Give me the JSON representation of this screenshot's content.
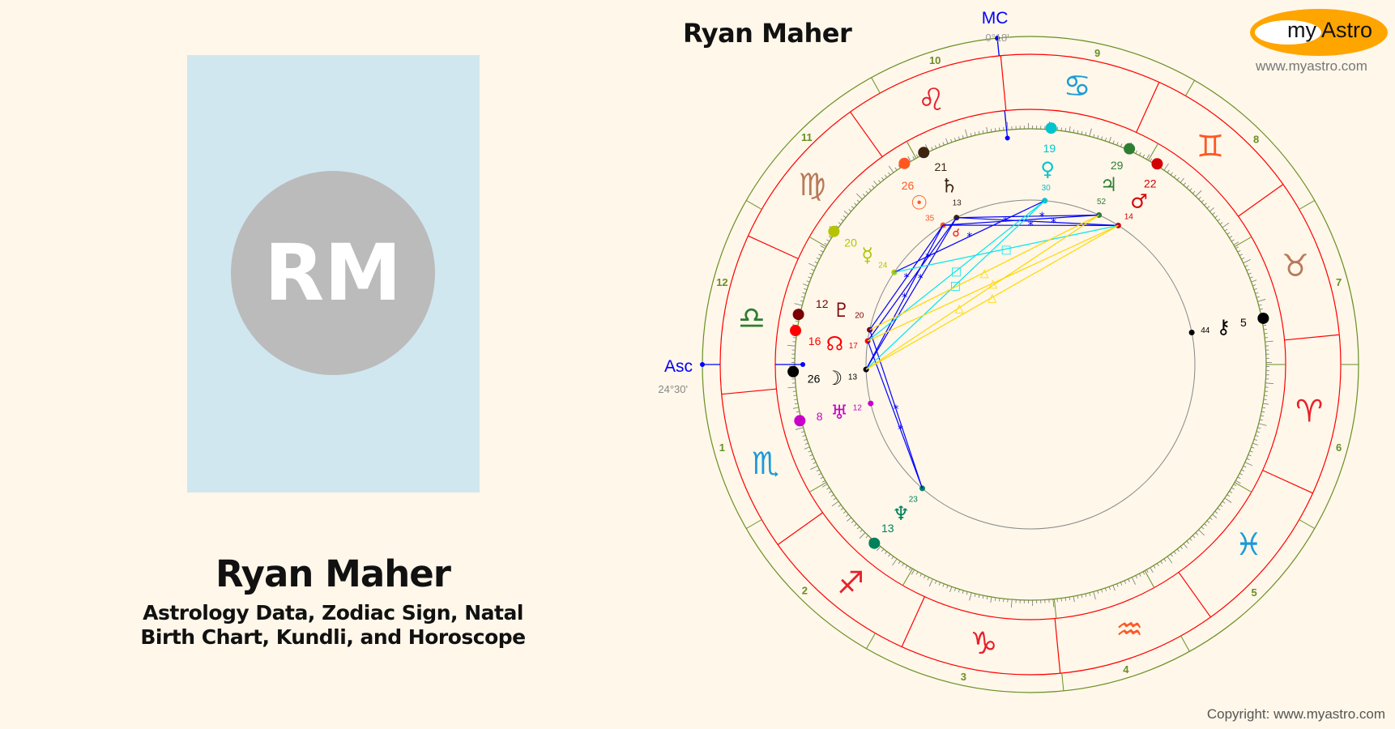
{
  "profile": {
    "initials": "RM",
    "name": "Ryan Maher",
    "subtitle_line1": "Astrology Data, Zodiac Sign, Natal",
    "subtitle_line2": "Birth Chart, Kundli, and Horoscope"
  },
  "chart_title": "Ryan Maher",
  "logo": {
    "text": "my Astro",
    "url_text": "www.myastro.com"
  },
  "copyright": "Copyright: www.myastro.com",
  "colors": {
    "background": "#fef7ea",
    "house_ring": "#6b8e23",
    "sign_ring": "#ff0000",
    "angles": "#0000ff",
    "sextile": "#0000ff",
    "square": "#00e5ee",
    "trine": "#ffd700"
  },
  "angles": {
    "asc": {
      "label": "Asc",
      "value": "24°30'",
      "longitude": 204.5
    },
    "mc": {
      "label": "MC",
      "value": "0°18'",
      "longitude": 120.3
    }
  },
  "signs": [
    {
      "name": "aries",
      "glyph": "♈",
      "color": "#e8202a"
    },
    {
      "name": "taurus",
      "glyph": "♉",
      "color": "#b87a5a"
    },
    {
      "name": "gemini",
      "glyph": "♊",
      "color": "#ff5722"
    },
    {
      "name": "cancer",
      "glyph": "♋",
      "color": "#1a9ad6"
    },
    {
      "name": "leo",
      "glyph": "♌",
      "color": "#e8202a"
    },
    {
      "name": "virgo",
      "glyph": "♍",
      "color": "#b87a5a"
    },
    {
      "name": "libra",
      "glyph": "♎",
      "color": "#2e7d32"
    },
    {
      "name": "scorpio",
      "glyph": "♏",
      "color": "#1a9ad6"
    },
    {
      "name": "sagittarius",
      "glyph": "♐",
      "color": "#e8202a"
    },
    {
      "name": "capricorn",
      "glyph": "♑",
      "color": "#e8202a"
    },
    {
      "name": "aquarius",
      "glyph": "♒",
      "color": "#ff5722"
    },
    {
      "name": "pisces",
      "glyph": "♓",
      "color": "#1a9ad6"
    }
  ],
  "houses": [
    {
      "label": "1",
      "cusp": 204.5
    },
    {
      "label": "2",
      "cusp": 234.5
    },
    {
      "label": "3",
      "cusp": 264.5
    },
    {
      "label": "4",
      "cusp": 300.3
    },
    {
      "label": "5",
      "cusp": 323.5
    },
    {
      "label": "6",
      "cusp": 354.5
    },
    {
      "label": "7",
      "cusp": 24.5
    },
    {
      "label": "8",
      "cusp": 54.5
    },
    {
      "label": "9",
      "cusp": 84.5
    },
    {
      "label": "10",
      "cusp": 120.3
    },
    {
      "label": "11",
      "cusp": 143.5
    },
    {
      "label": "12",
      "cusp": 174.5
    }
  ],
  "planets": [
    {
      "key": "sun",
      "glyph": "☉",
      "sign": "leo",
      "deg": "26",
      "min": "35",
      "longitude": 146.58,
      "color": "#ff5722"
    },
    {
      "key": "moon",
      "glyph": "☽",
      "sign": "libra",
      "deg": "26",
      "min": "13",
      "longitude": 206.22,
      "color": "#000000"
    },
    {
      "key": "mercury",
      "glyph": "☿",
      "sign": "virgo",
      "deg": "20",
      "min": "24",
      "longitude": 170.4,
      "color": "#b5c400"
    },
    {
      "key": "venus",
      "glyph": "♀",
      "sign": "cancer",
      "deg": "19",
      "min": "30",
      "longitude": 109.5,
      "color": "#00c4cc"
    },
    {
      "key": "mars",
      "glyph": "♂",
      "sign": "gemini",
      "deg": "22",
      "min": "14",
      "longitude": 82.23,
      "color": "#d50000"
    },
    {
      "key": "jupiter",
      "glyph": "♃",
      "sign": "gemini",
      "deg": "29",
      "min": "52",
      "longitude": 89.87,
      "color": "#2e7d32"
    },
    {
      "key": "saturn",
      "glyph": "♄",
      "sign": "leo",
      "deg": "21",
      "min": "13",
      "longitude": 141.22,
      "color": "#3e2410"
    },
    {
      "key": "uranus",
      "glyph": "♅",
      "sign": "scorpio",
      "deg": "8",
      "min": "12",
      "longitude": 218.2,
      "color": "#c800c8"
    },
    {
      "key": "neptune",
      "glyph": "♆",
      "sign": "sagittarius",
      "deg": "13",
      "min": "23",
      "longitude": 253.38,
      "color": "#00805a"
    },
    {
      "key": "pluto",
      "glyph": "♇",
      "sign": "libra",
      "deg": "12",
      "min": "20",
      "longitude": 192.33,
      "color": "#7b0000"
    },
    {
      "key": "node",
      "glyph": "☊",
      "sign": "libra",
      "deg": "16",
      "min": "17",
      "longitude": 196.28,
      "color": "#ff0000"
    },
    {
      "key": "chiron",
      "glyph": "⚷",
      "sign": "taurus",
      "deg": "5",
      "min": "44",
      "longitude": 35.73,
      "color": "#000000"
    }
  ],
  "aspects": [
    {
      "a": "sun",
      "b": "saturn",
      "type": "conjunction"
    },
    {
      "a": "sun",
      "b": "mars",
      "type": "sextile"
    },
    {
      "a": "sun",
      "b": "jupiter",
      "type": "sextile"
    },
    {
      "a": "saturn",
      "b": "mars",
      "type": "sextile"
    },
    {
      "a": "saturn",
      "b": "jupiter",
      "type": "sextile"
    },
    {
      "a": "mercury",
      "b": "venus",
      "type": "sextile"
    },
    {
      "a": "moon",
      "b": "sun",
      "type": "sextile"
    },
    {
      "a": "moon",
      "b": "saturn",
      "type": "sextile"
    },
    {
      "a": "node",
      "b": "saturn",
      "type": "sextile"
    },
    {
      "a": "pluto",
      "b": "sun",
      "type": "sextile"
    },
    {
      "a": "neptune",
      "b": "pluto",
      "type": "sextile"
    },
    {
      "a": "neptune",
      "b": "node",
      "type": "sextile"
    },
    {
      "a": "mercury",
      "b": "mars",
      "type": "square"
    },
    {
      "a": "venus",
      "b": "moon",
      "type": "square"
    },
    {
      "a": "venus",
      "b": "node",
      "type": "square"
    },
    {
      "a": "moon",
      "b": "mars",
      "type": "trine"
    },
    {
      "a": "moon",
      "b": "jupiter",
      "type": "trine"
    },
    {
      "a": "node",
      "b": "mars",
      "type": "trine"
    },
    {
      "a": "pluto",
      "b": "jupiter",
      "type": "trine"
    }
  ]
}
